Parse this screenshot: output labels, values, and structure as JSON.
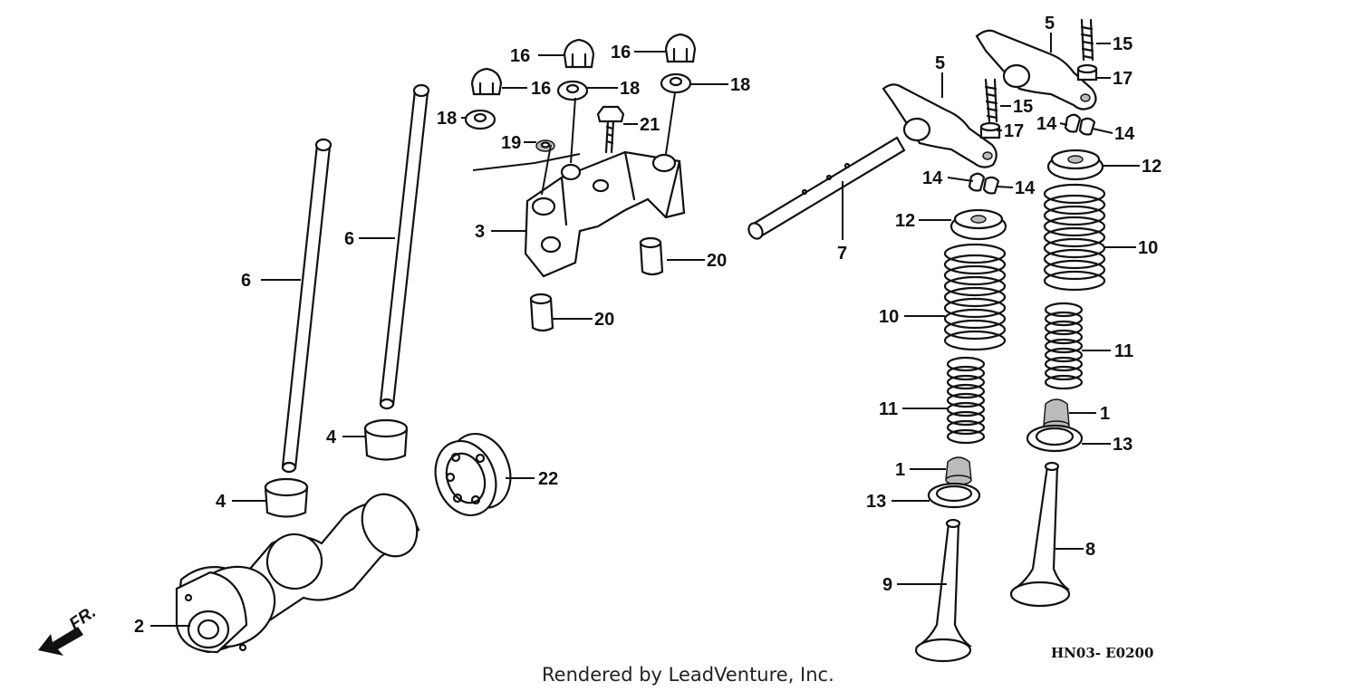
{
  "diagram": {
    "code": "HN03-  E0200",
    "credit": "Rendered by LeadVenture, Inc.",
    "direction_label": "FR.",
    "callouts": {
      "c1a": "1",
      "c1b": "1",
      "c2": "2",
      "c3": "3",
      "c4a": "4",
      "c4b": "4",
      "c5a": "5",
      "c5b": "5",
      "c6a": "6",
      "c6b": "6",
      "c7": "7",
      "c8": "8",
      "c9": "9",
      "c10a": "10",
      "c10b": "10",
      "c11a": "11",
      "c11b": "11",
      "c12a": "12",
      "c12b": "12",
      "c13a": "13",
      "c13b": "13",
      "c14a": "14",
      "c14b": "14",
      "c14c": "14",
      "c14d": "14",
      "c15a": "15",
      "c15b": "15",
      "c16a": "16",
      "c16b": "16",
      "c16c": "16",
      "c17a": "17",
      "c17b": "17",
      "c18a": "18",
      "c18b": "18",
      "c18c": "18",
      "c19": "19",
      "c20a": "20",
      "c20b": "20",
      "c21": "21",
      "c22": "22"
    }
  }
}
